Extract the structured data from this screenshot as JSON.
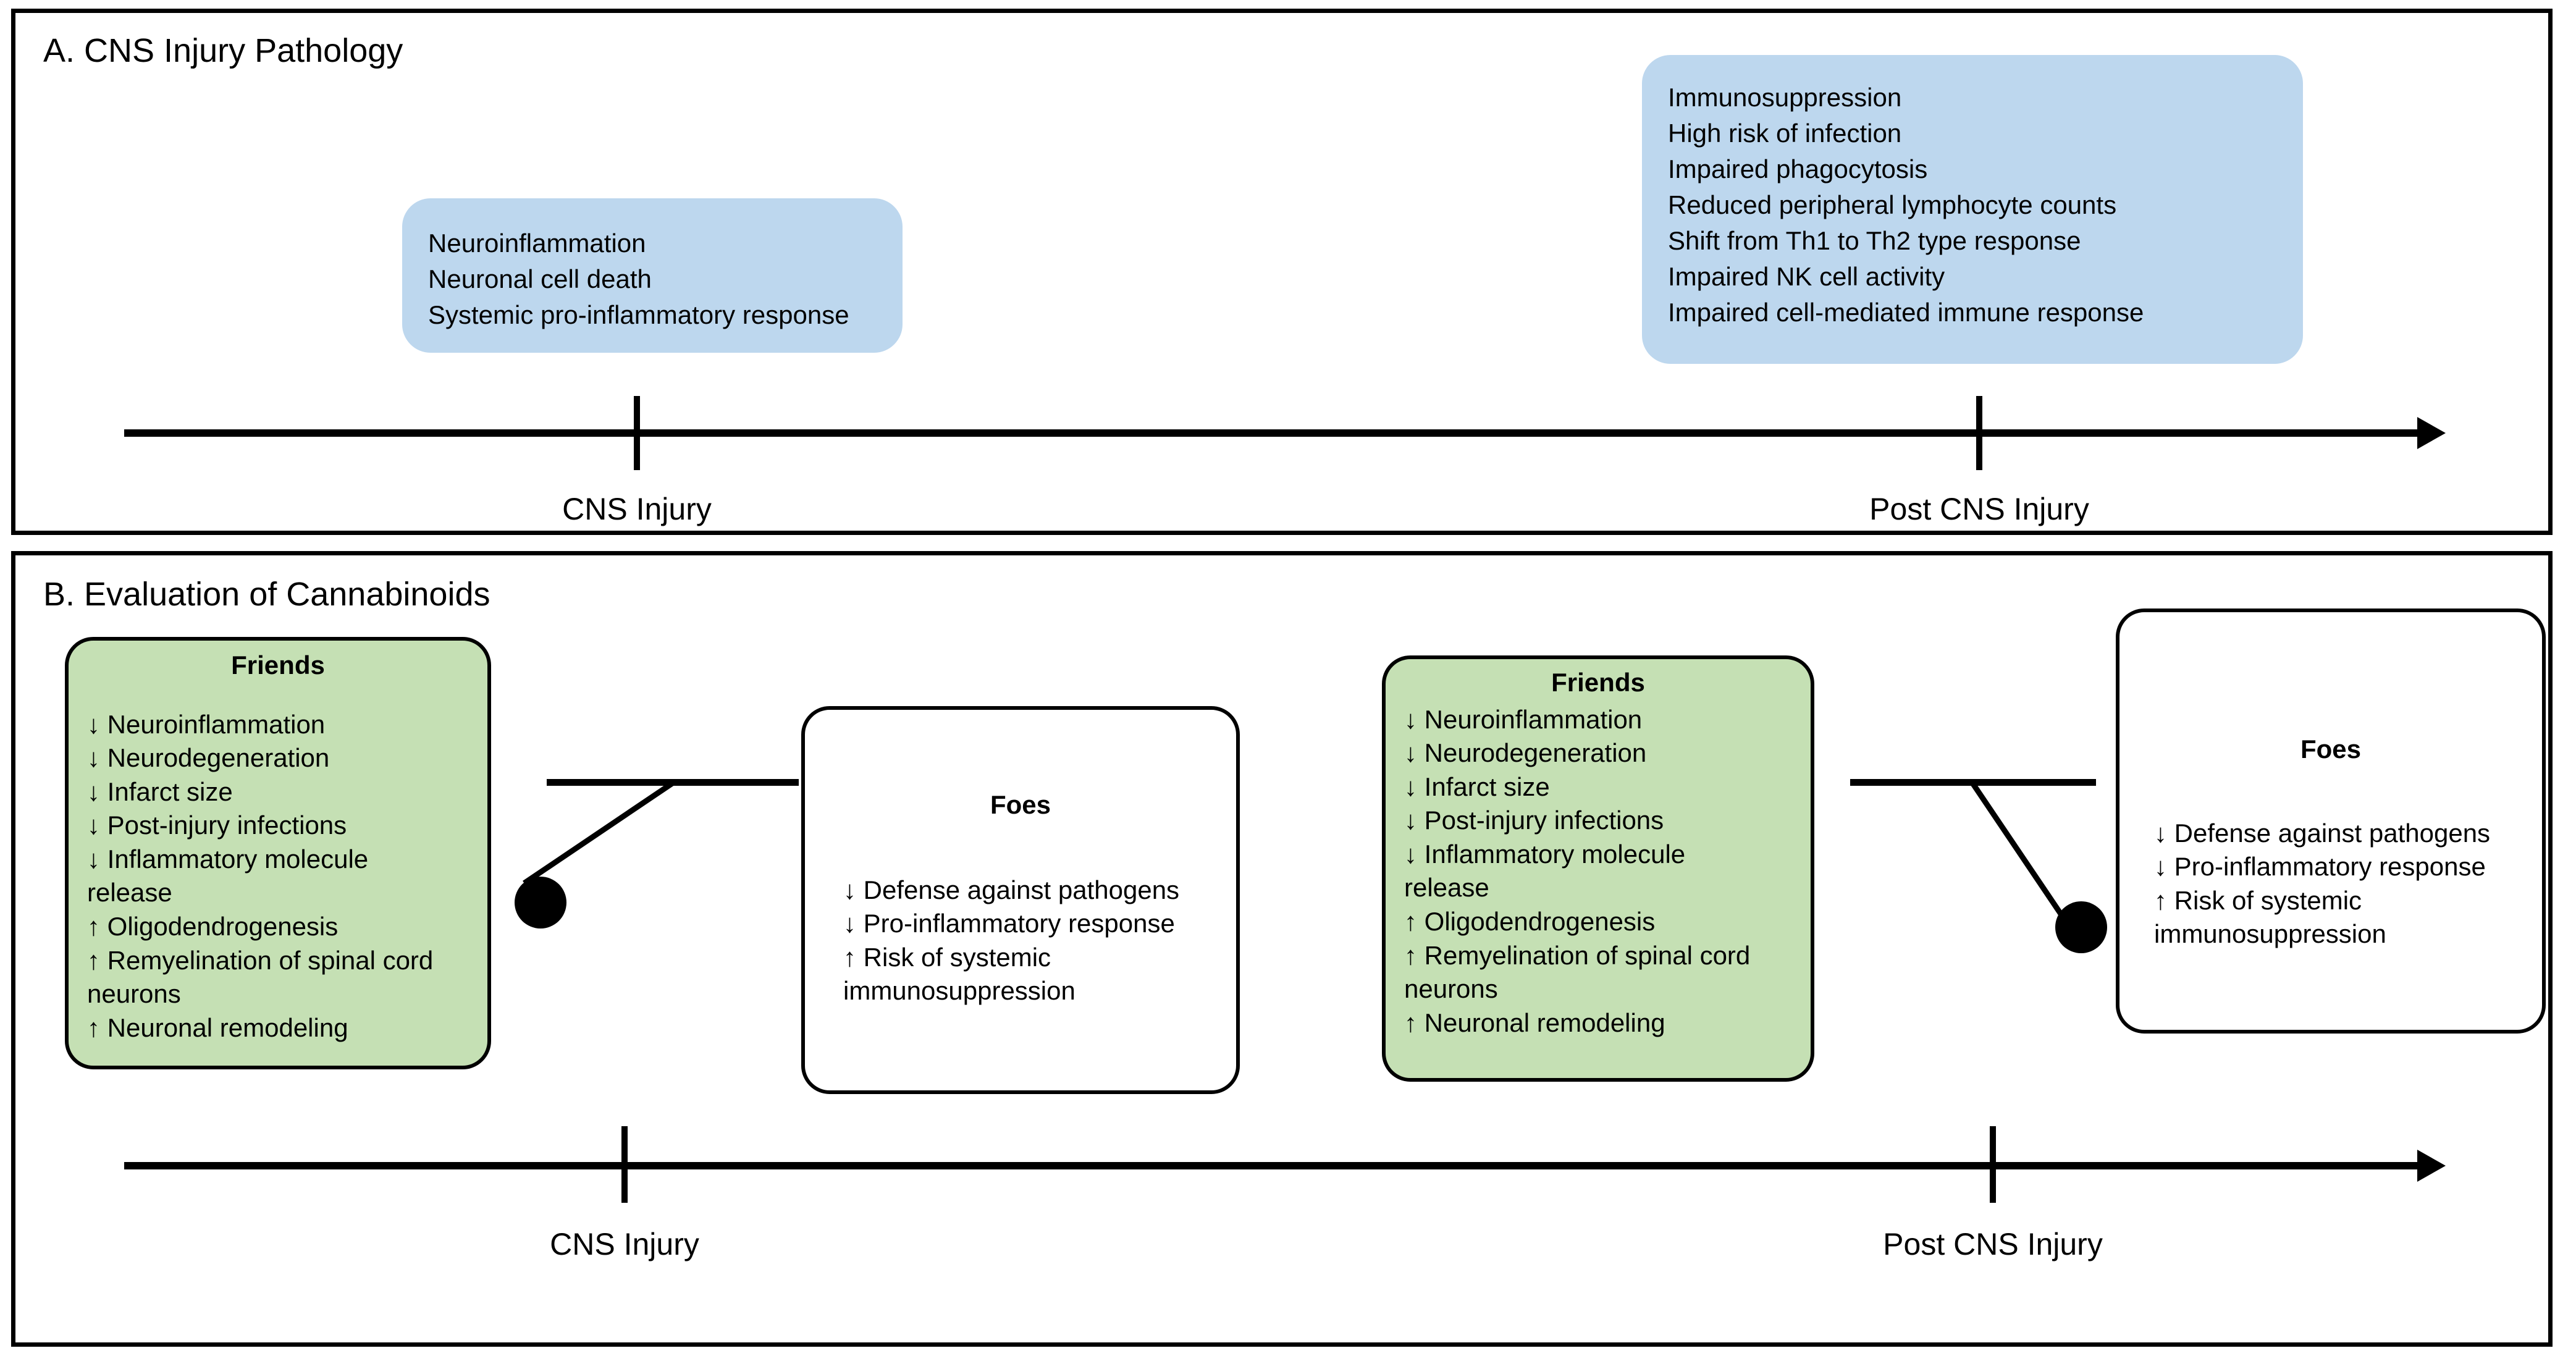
{
  "figure": {
    "background": "#ffffff",
    "blue_box_color": "#bdd7ee",
    "green_box_color": "#c5e0b4",
    "line_color": "#000000"
  },
  "panel_a": {
    "title": "A. CNS Injury Pathology",
    "box_injury": {
      "lines": [
        "Neuroinflammation",
        "Neuronal cell death",
        "Systemic pro-inflammatory response"
      ]
    },
    "box_post_injury": {
      "lines": [
        "Immunosuppression",
        "High risk of infection",
        "Impaired phagocytosis",
        "Reduced peripheral lymphocyte counts",
        "Shift from Th1 to Th2 type response",
        "Impaired NK cell activity",
        "Impaired cell-mediated immune response"
      ]
    },
    "timeline": {
      "ticks": [
        {
          "label": "CNS Injury"
        },
        {
          "label": "Post CNS Injury"
        }
      ]
    }
  },
  "panel_b": {
    "title": "B. Evaluation of Cannabinoids",
    "friends_left": {
      "heading": "Friends",
      "lines": [
        "↓ Neuroinflammation",
        "↓ Neurodegeneration",
        "↓ Infarct size",
        "↓ Post-injury infections",
        "↓ Inflammatory molecule",
        "release",
        "↑ Oligodendrogenesis",
        "↑ Remyelination of spinal cord",
        "neurons",
        "↑ Neuronal remodeling"
      ]
    },
    "foes_left": {
      "heading": "Foes",
      "lines": [
        "↓ Defense against pathogens",
        "↓ Pro-inflammatory response",
        "↑ Risk of systemic",
        "immunosuppression"
      ]
    },
    "friends_right": {
      "heading": "Friends",
      "lines": [
        "↓ Neuroinflammation",
        "↓ Neurodegeneration",
        "↓ Infarct size",
        "↓ Post-injury infections",
        "↓ Inflammatory molecule",
        "release",
        "↑ Oligodendrogenesis",
        "↑ Remyelination of spinal cord",
        "neurons",
        "↑ Neuronal remodeling"
      ]
    },
    "foes_right": {
      "heading": "Foes",
      "lines": [
        "↓ Defense against pathogens",
        "↓ Pro-inflammatory response",
        "↑ Risk of systemic",
        "immunosuppression"
      ]
    },
    "balance_left": {
      "tilt": "left-heavy"
    },
    "balance_right": {
      "tilt": "right-heavy"
    },
    "timeline": {
      "ticks": [
        {
          "label": "CNS Injury"
        },
        {
          "label": "Post CNS Injury"
        }
      ]
    }
  }
}
